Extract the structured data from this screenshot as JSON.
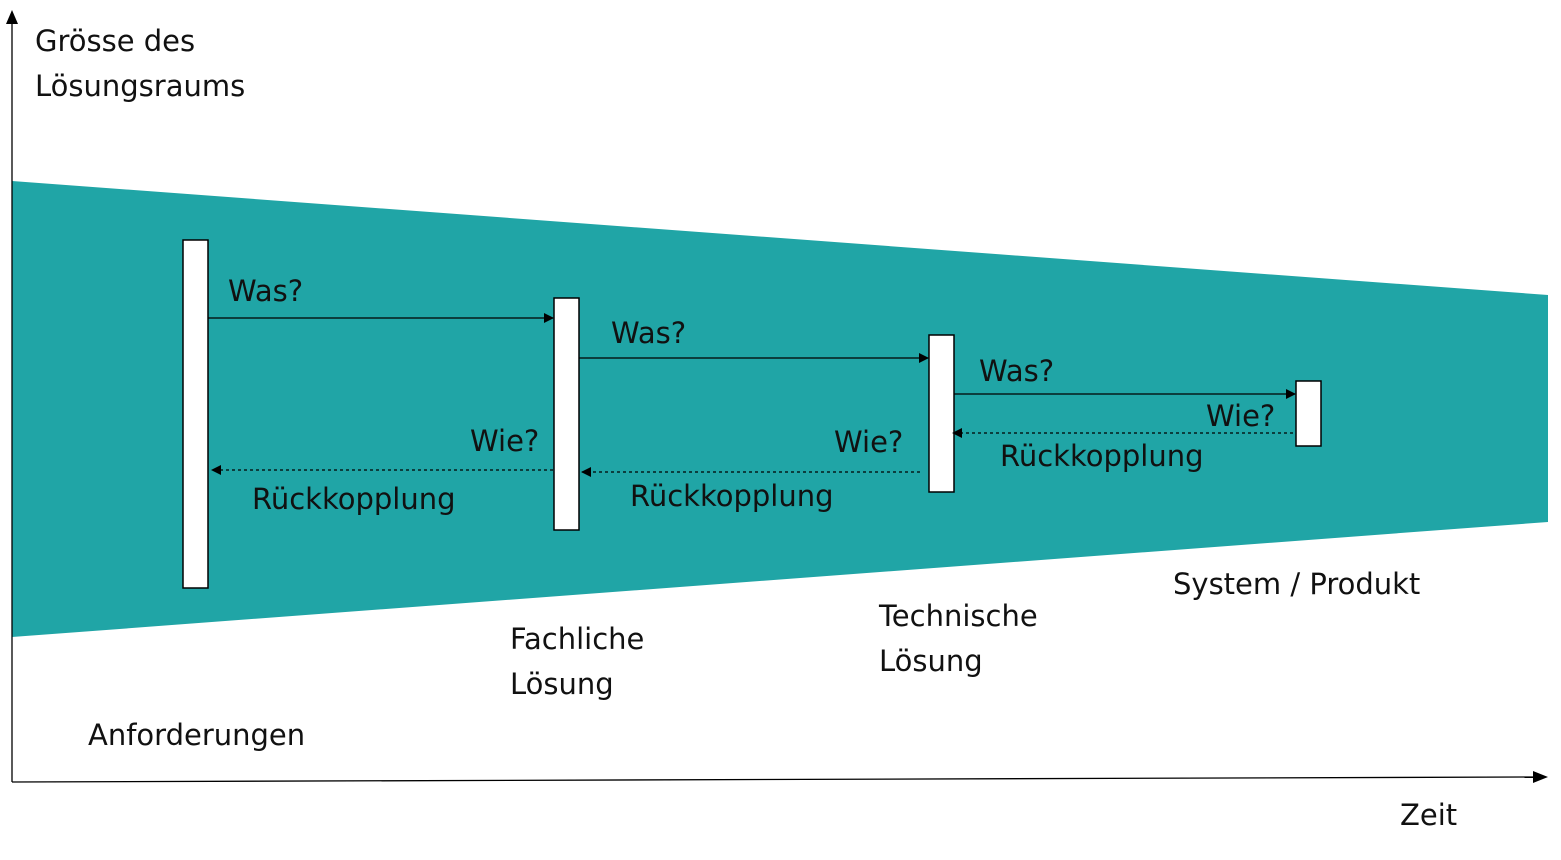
{
  "axes": {
    "y_label_line1": "Grösse des",
    "y_label_line2": "Lösungsraums",
    "x_label": "Zeit"
  },
  "colors": {
    "funnel": "#20a5a6",
    "box_fill": "#ffffff",
    "stroke": "#000000",
    "text": "#111111"
  },
  "stages": {
    "requirements": "Anforderungen",
    "functional_line1": "Fachliche",
    "functional_line2": "Lösung",
    "technical_line1": "Technische",
    "technical_line2": "Lösung",
    "system": "System / Produkt"
  },
  "arrows": {
    "was": "Was?",
    "wie": "Wie?",
    "feedback": "Rückkopplung"
  }
}
